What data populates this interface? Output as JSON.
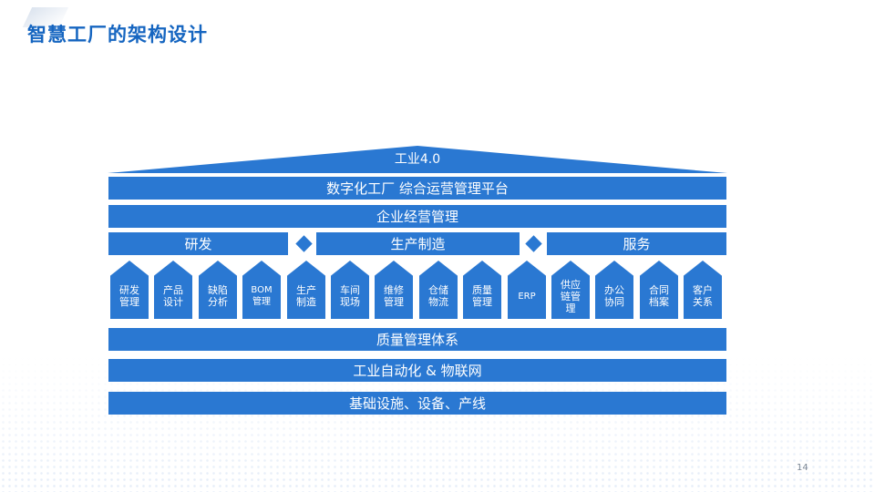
{
  "slide": {
    "title": "智慧工厂的架构设计",
    "page_number": "14"
  },
  "architecture": {
    "roof_label": "工业4.0",
    "platform_label": "数字化工厂  综合运营管理平台",
    "management_label": "企业经营管理",
    "sections": [
      "研发",
      "生产制造",
      "服务"
    ],
    "modules": [
      "研发管理",
      "产品设计",
      "缺陷分析",
      "BOM管理",
      "生产制造",
      "车间现场",
      "维修管理",
      "仓储物流",
      "质量管理",
      "ERP",
      "供应链管理",
      "办公协同",
      "合同档案",
      "客户关系"
    ],
    "quality_label": "质量管理体系",
    "automation_label": "工业自动化 & 物联网",
    "infrastructure_label": "基础设施、设备、产线"
  },
  "colors": {
    "primary_blue": "#2a78d2",
    "title_blue": "#1565C0"
  }
}
